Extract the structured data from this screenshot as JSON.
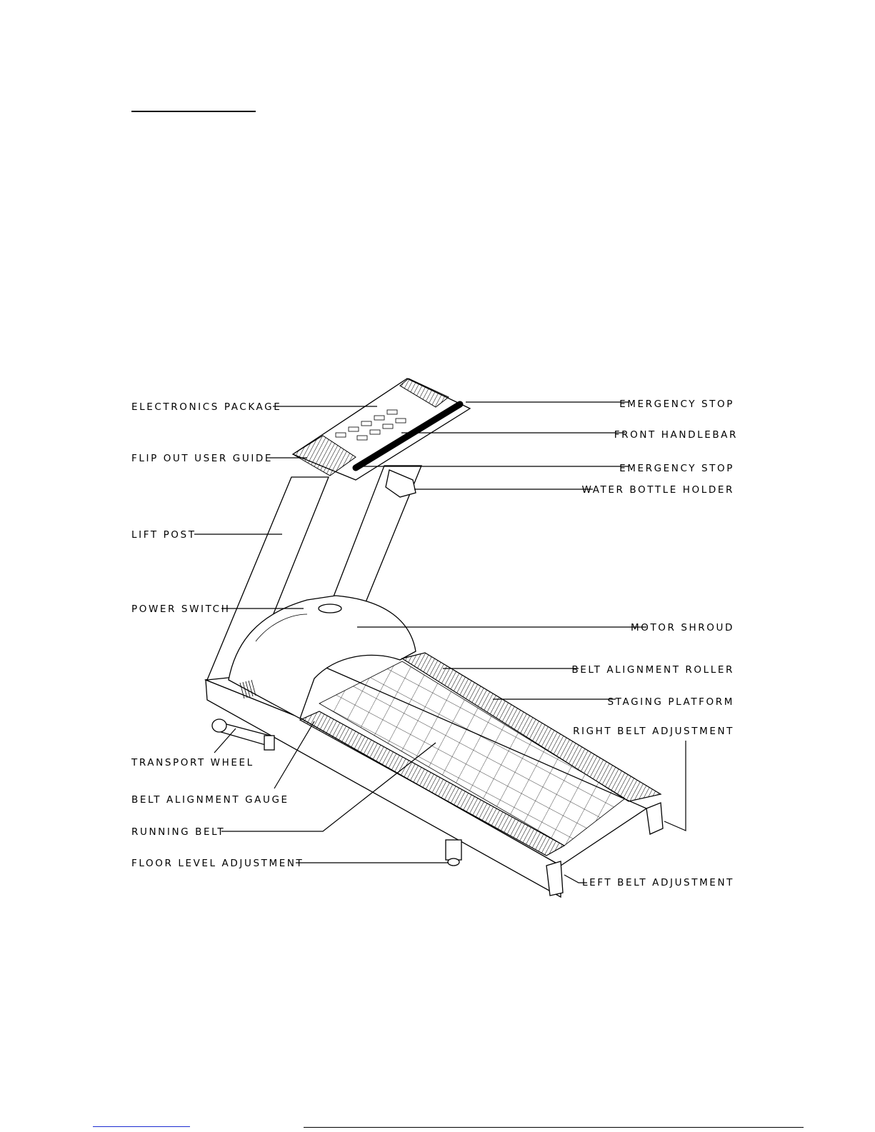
{
  "labels": {
    "electronics_package": "ELECTRONICS PACKAGE",
    "flip_out_user_guide": "FLIP OUT USER GUIDE",
    "lift_post": "LIFT POST",
    "power_switch": "POWER SWITCH",
    "transport_wheel": "TRANSPORT WHEEL",
    "belt_alignment_gauge": "BELT ALIGNMENT GAUGE",
    "running_belt": "RUNNING BELT",
    "floor_level_adjustment": "FLOOR LEVEL ADJUSTMENT",
    "emergency_stop_top": "EMERGENCY STOP",
    "front_handlebar": "FRONT HANDLEBAR",
    "emergency_stop_bottom": "EMERGENCY STOP",
    "water_bottle_holder": "WATER BOTTLE HOLDER",
    "motor_shroud": "MOTOR SHROUD",
    "belt_alignment_roller": "BELT ALIGNMENT ROLLER",
    "staging_platform": "STAGING PLATFORM",
    "right_belt_adjustment": "RIGHT BELT ADJUSTMENT",
    "left_belt_adjustment": "LEFT BELT ADJUSTMENT"
  }
}
